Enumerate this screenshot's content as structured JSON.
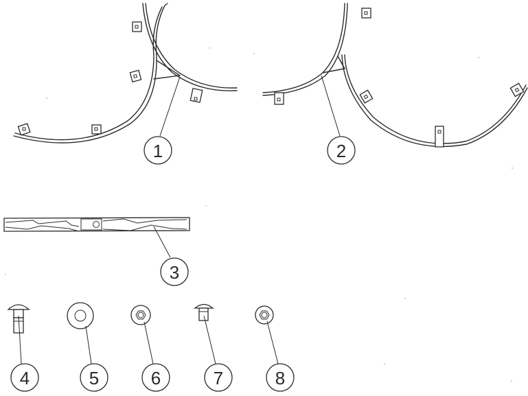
{
  "diagram": {
    "callouts": [
      {
        "id": "1",
        "label": "1"
      },
      {
        "id": "2",
        "label": "2"
      },
      {
        "id": "3",
        "label": "3"
      },
      {
        "id": "4",
        "label": "4"
      },
      {
        "id": "5",
        "label": "5"
      },
      {
        "id": "6",
        "label": "6"
      },
      {
        "id": "7",
        "label": "7"
      },
      {
        "id": "8",
        "label": "8"
      }
    ],
    "colors": {
      "line": "#2a2a2a",
      "background": "#ffffff"
    }
  }
}
